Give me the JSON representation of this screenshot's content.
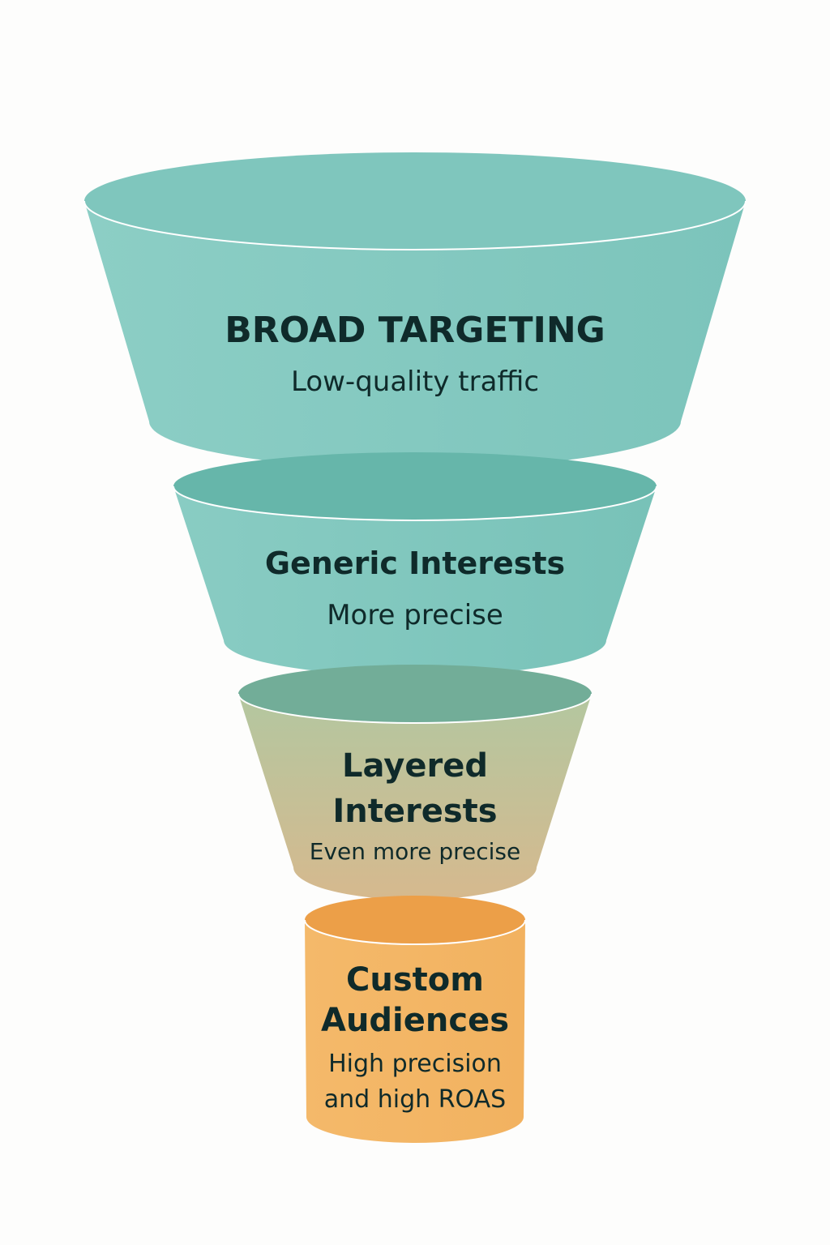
{
  "diagram": {
    "type": "funnel",
    "stages": [
      {
        "title": "BROAD TARGETING",
        "title_lines": [
          "BROAD TARGETING"
        ],
        "subtitle_lines": [
          "Low-quality traffic"
        ],
        "colors": {
          "top": "#7fc6bd",
          "body_light": "#8ccec5",
          "body_dark": "#7cc4bb"
        }
      },
      {
        "title": "Generic Interests",
        "title_lines": [
          "Generic Interests"
        ],
        "subtitle_lines": [
          "More precise"
        ],
        "colors": {
          "top": "#66b6aa",
          "body_light": "#89ccc3",
          "body_dark": "#78c2b8"
        }
      },
      {
        "title": "Layered Interests",
        "title_lines": [
          "Layered",
          "Interests"
        ],
        "subtitle_lines": [
          "Even more precise"
        ],
        "colors": {
          "top": "#72ad98",
          "body_light": "#b3c7a0",
          "body_dark": "#d6b98e"
        }
      },
      {
        "title": "Custom Audiences",
        "title_lines": [
          "Custom",
          "Audiences"
        ],
        "subtitle_lines": [
          "High precision",
          "and high ROAS"
        ],
        "colors": {
          "top": "#ec9f48",
          "body_light": "#f4b96a",
          "body_dark": "#f2b260"
        }
      }
    ],
    "text_color": "#0f2a2a",
    "rim_color": "#ffffff"
  }
}
